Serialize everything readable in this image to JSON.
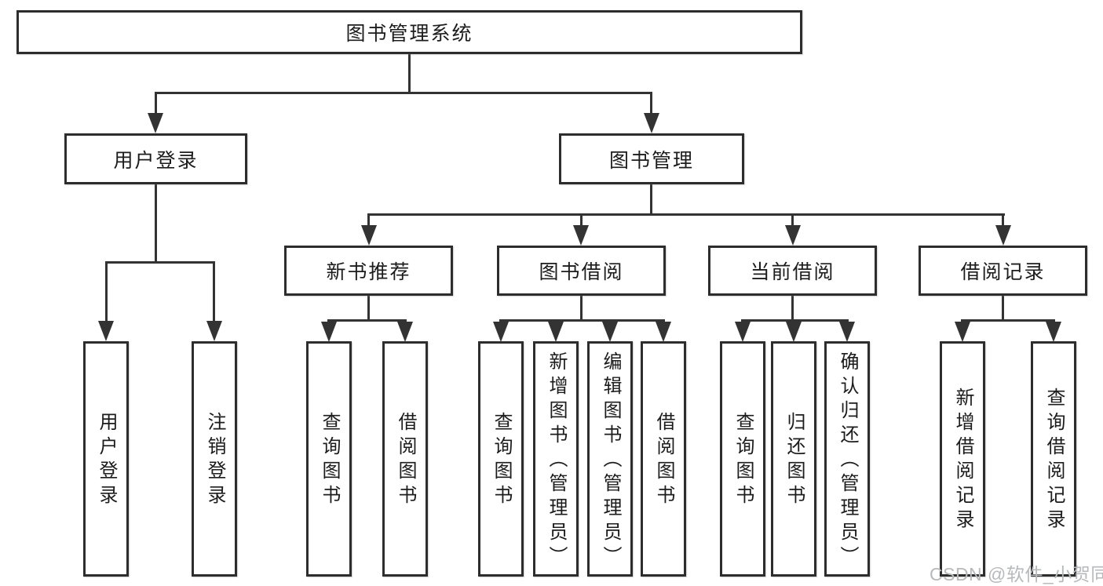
{
  "root": {
    "label": "图书管理系统"
  },
  "level2": {
    "user_login": {
      "label": "用户登录"
    },
    "book_management": {
      "label": "图书管理"
    }
  },
  "level3": {
    "new_book": {
      "label": "新书推荐"
    },
    "book_borrow": {
      "label": "图书借阅"
    },
    "current_borrow": {
      "label": "当前借阅"
    },
    "borrow_records": {
      "label": "借阅记录"
    }
  },
  "leaves": {
    "user_login": [
      "用户登录",
      "注销登录"
    ],
    "new_book": [
      "查询图书",
      "借阅图书"
    ],
    "book_borrow": [
      "查询图书",
      "新增图书（管理员）",
      "编辑图书（管理员）",
      "借阅图书"
    ],
    "current_borrow": [
      "查询图书",
      "归还图书",
      "确认归还（管理员）"
    ],
    "borrow_records": [
      "新增借阅记录",
      "查询借阅记录"
    ]
  },
  "watermark": {
    "text": "CSDN @软件_小贺同学"
  },
  "colors": {
    "line": "#333333",
    "border": "#2d2d2d",
    "text": "#1c1c1c",
    "watermark": "#b7b9bb",
    "background": "#ffffff"
  }
}
